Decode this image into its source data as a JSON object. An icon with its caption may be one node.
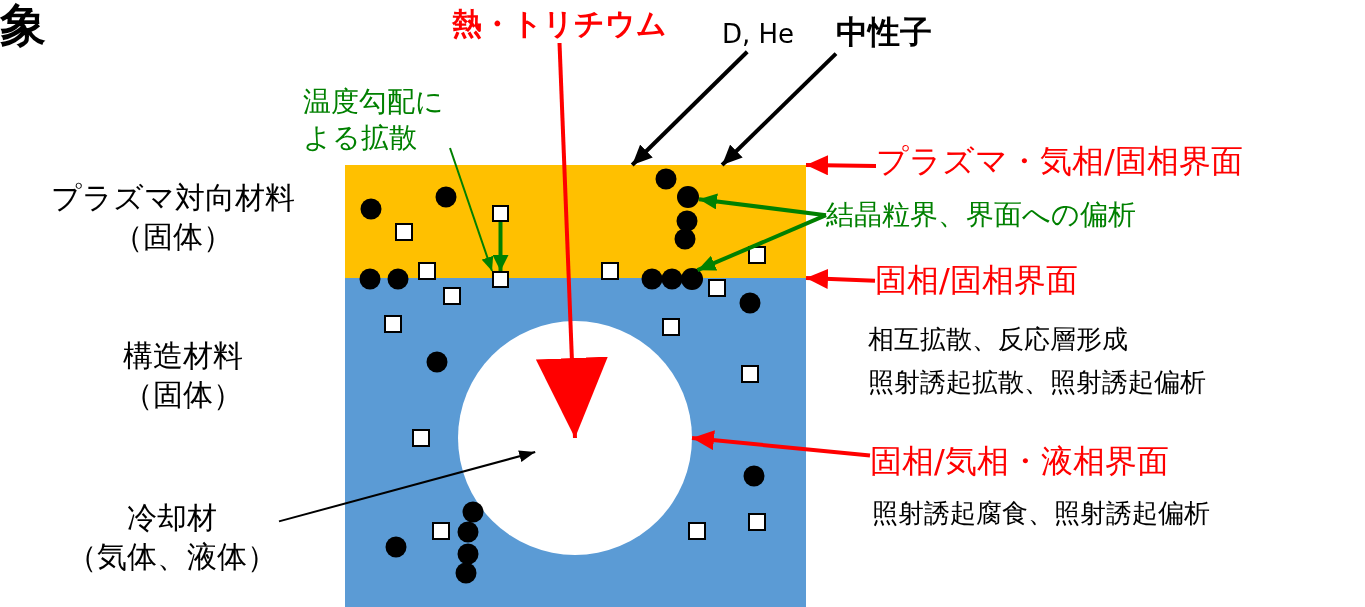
{
  "diagram": {
    "title": "象",
    "nodes": [
      {
        "text": [],
        "shape": "box",
        "beside": [
          "プラズマ対向材料（固体）"
        ]
      },
      {
        "text": [],
        "shape": "box",
        "beside": [
          "構造材料（固体）"
        ]
      },
      {
        "text": [],
        "shape": "circle",
        "in": 1
      },
      {
        "text": [
          "熱・トリチウム"
        ]
      },
      {
        "text": [
          "D, He"
        ]
      },
      {
        "text": [
          "中性子"
        ]
      },
      {
        "text": [
          "温度勾配による拡散"
        ]
      },
      {
        "text": [],
        "shape": "box",
        "in": 0
      },
      {
        "text": [],
        "shape": "box"
      },
      {
        "text": [
          "結晶粒界、界面への偏析"
        ]
      },
      {
        "text": [],
        "shape": "circle",
        "in": 0
      },
      {
        "text": [],
        "shape": "circle"
      },
      {
        "text": [
          "プラズマ・気相/固相界面"
        ]
      },
      {
        "text": [
          "固相/固相界面"
        ],
        "beside": [
          "相互拡散、反応層形成",
          "照射誘起拡散、照射誘起偏析"
        ]
      },
      {
        "text": [
          "固相/気相・液相界面"
        ],
        "beside": [
          "照射誘起腐食、照射誘起偏析"
        ]
      },
      {
        "text": [
          "冷却材（気体、液体）"
        ]
      }
    ],
    "edges": [
      {
        "from": 3,
        "to": 2,
        "arrow": "to",
        "color": "#ff0000"
      },
      {
        "from": 4,
        "to": 0,
        "arrow": "to",
        "color": "#000000"
      },
      {
        "from": 5,
        "to": 0,
        "arrow": "to",
        "color": "#000000"
      },
      {
        "from": 6,
        "to": 8,
        "arrow": "to",
        "color": "#008000"
      },
      {
        "from": 7,
        "to": 8,
        "arrow": "to",
        "color": "#008000"
      },
      {
        "from": 9,
        "to": 10,
        "arrow": "to",
        "color": "#008000"
      },
      {
        "from": 9,
        "to": 11,
        "arrow": "to",
        "color": "#008000"
      },
      {
        "from": 12,
        "to": 0,
        "arrow": "to",
        "color": "#ff0000"
      },
      {
        "from": 13,
        "to": 0,
        "arrow": "to",
        "color": "#ff0000"
      },
      {
        "from": 14,
        "to": 2,
        "arrow": "to",
        "color": "#ff0000"
      },
      {
        "from": 15,
        "to": 2,
        "arrow": "to",
        "color": "#000000"
      }
    ]
  }
}
